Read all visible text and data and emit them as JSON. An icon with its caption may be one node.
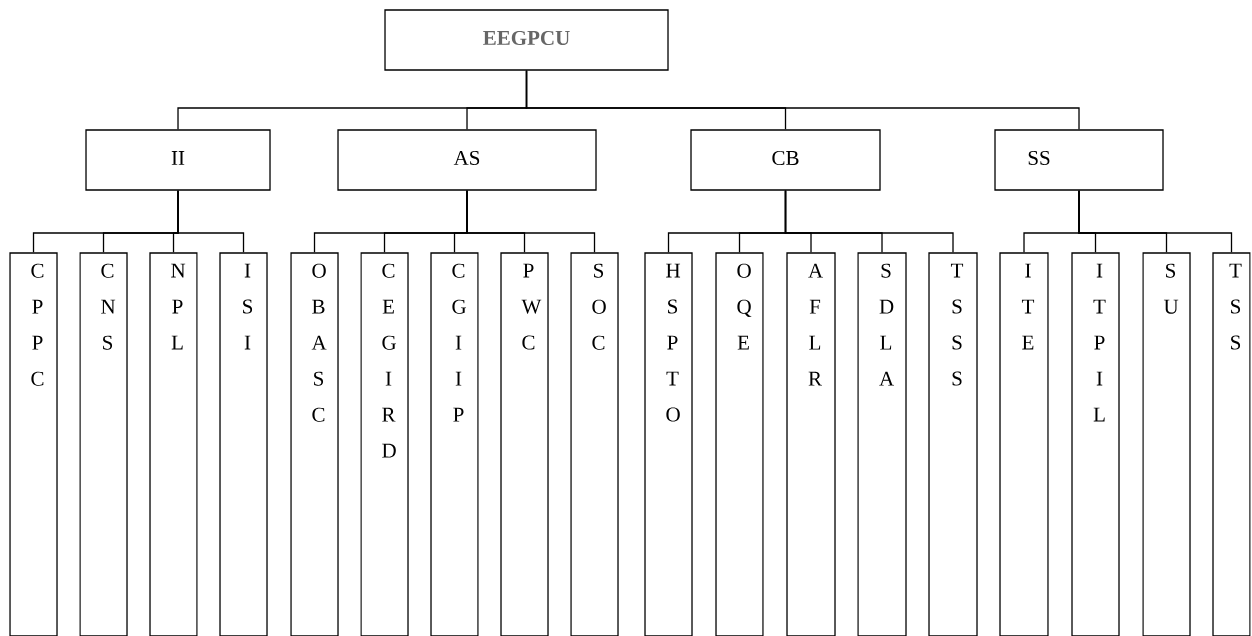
{
  "diagram": {
    "nodes": [
      {
        "text": [
          "EEGPCU"
        ]
      },
      {
        "text": [
          "II"
        ]
      },
      {
        "text": [
          "AS"
        ]
      },
      {
        "text": [
          "CB"
        ]
      },
      {
        "text": [
          "SS"
        ]
      },
      {
        "text": [
          "C P P C"
        ]
      },
      {
        "text": [
          "C N S"
        ]
      },
      {
        "text": [
          "N P L"
        ]
      },
      {
        "text": [
          "I S I"
        ]
      },
      {
        "text": [
          "O B A S C"
        ]
      },
      {
        "text": [
          "C E G I R D"
        ]
      },
      {
        "text": [
          "C G I I P"
        ]
      },
      {
        "text": [
          "P W C"
        ]
      },
      {
        "text": [
          "S O C"
        ]
      },
      {
        "text": [
          "H S P T O"
        ]
      },
      {
        "text": [
          "O Q E"
        ]
      },
      {
        "text": [
          "A F L R"
        ]
      },
      {
        "text": [
          "S D L A"
        ]
      },
      {
        "text": [
          "T S S S"
        ]
      },
      {
        "text": [
          "I T E"
        ]
      },
      {
        "text": [
          "I T P I L"
        ]
      },
      {
        "text": [
          "S U"
        ]
      },
      {
        "text": [
          "T S S"
        ]
      }
    ],
    "edges": [
      {
        "from": 0,
        "to": 1,
        "arrow": "none"
      },
      {
        "from": 0,
        "to": 2,
        "arrow": "none"
      },
      {
        "from": 0,
        "to": 3,
        "arrow": "none"
      },
      {
        "from": 0,
        "to": 4,
        "arrow": "none"
      },
      {
        "from": 1,
        "to": 5,
        "arrow": "none"
      },
      {
        "from": 1,
        "to": 6,
        "arrow": "none"
      },
      {
        "from": 1,
        "to": 7,
        "arrow": "none"
      },
      {
        "from": 1,
        "to": 8,
        "arrow": "none"
      },
      {
        "from": 2,
        "to": 9,
        "arrow": "none"
      },
      {
        "from": 2,
        "to": 10,
        "arrow": "none"
      },
      {
        "from": 2,
        "to": 11,
        "arrow": "none"
      },
      {
        "from": 2,
        "to": 12,
        "arrow": "none"
      },
      {
        "from": 2,
        "to": 13,
        "arrow": "none"
      },
      {
        "from": 3,
        "to": 14,
        "arrow": "none"
      },
      {
        "from": 3,
        "to": 15,
        "arrow": "none"
      },
      {
        "from": 3,
        "to": 16,
        "arrow": "none"
      },
      {
        "from": 3,
        "to": 17,
        "arrow": "none"
      },
      {
        "from": 3,
        "to": 18,
        "arrow": "none"
      },
      {
        "from": 4,
        "to": 19,
        "arrow": "none"
      },
      {
        "from": 4,
        "to": 20,
        "arrow": "none"
      },
      {
        "from": 4,
        "to": 21,
        "arrow": "none"
      },
      {
        "from": 4,
        "to": 22,
        "arrow": "none"
      }
    ]
  }
}
